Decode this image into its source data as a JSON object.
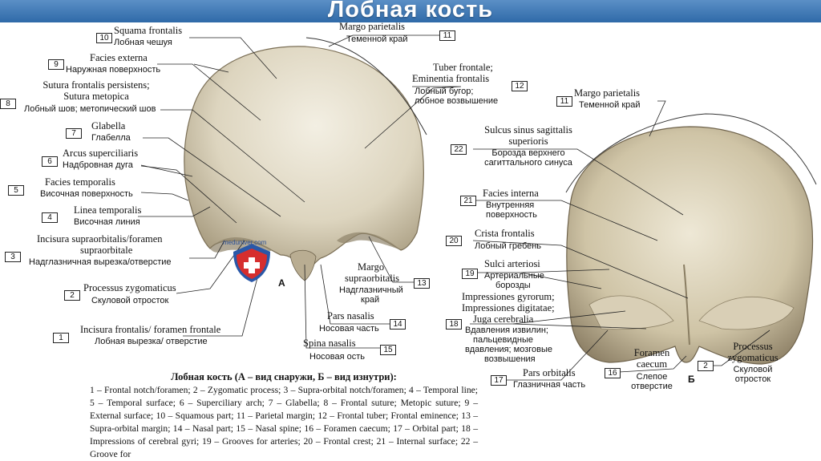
{
  "title": "Лобная кость",
  "watermark": "meduniver.com",
  "view_a": "А",
  "view_b": "Б",
  "labels": {
    "l10": {
      "num": "10",
      "lat": "Squama frontalis",
      "rus": "Лобная чешуя"
    },
    "l11a": {
      "num": "11",
      "lat": "Margo parietalis",
      "rus": "Теменной край"
    },
    "l9": {
      "num": "9",
      "lat": "Facies externa",
      "rus": "Наружная поверхность"
    },
    "l8": {
      "num": "8",
      "lat1": "Sutura frontalis persistens;",
      "lat2": "Sutura metopica",
      "rus": "Лобный шов; метопический шов"
    },
    "l12": {
      "num": "12",
      "lat1": "Tuber frontale;",
      "lat2": "Eminentia frontalis",
      "rus1": "Лобный бугор;",
      "rus2": "лобное возвышение"
    },
    "l7": {
      "num": "7",
      "lat": "Glabella",
      "rus": "Глабелла"
    },
    "l6": {
      "num": "6",
      "lat": "Arcus superciliaris",
      "rus": "Надбровная дуга"
    },
    "l5": {
      "num": "5",
      "lat": "Facies temporalis",
      "rus": "Височная поверхность"
    },
    "l4": {
      "num": "4",
      "lat": "Linea temporalis",
      "rus": "Височная линия"
    },
    "l3": {
      "num": "3",
      "lat1": "Incisura supraorbitalis/foramen",
      "lat2": "supraorbitale",
      "rus": "Надглазничная вырезка/отверстие"
    },
    "l2a": {
      "num": "2",
      "lat": "Processus zygomaticus",
      "rus": "Скуловой отросток"
    },
    "l1": {
      "num": "1",
      "lat": "Incisura frontalis/ foramen frontale",
      "rus": "Лобная вырезка/ отверстие"
    },
    "l13": {
      "num": "13",
      "lat1": "Margo",
      "lat2": "supraorbitalis",
      "rus1": "Надглазничный",
      "rus2": "край"
    },
    "l14": {
      "num": "14",
      "lat": "Pars nasalis",
      "rus": "Носовая часть"
    },
    "l15": {
      "num": "15",
      "lat": "Spina nasalis",
      "rus": "Носовая ость"
    },
    "l11b": {
      "num": "11",
      "lat": "Margo parietalis",
      "rus": "Теменной край"
    },
    "l22": {
      "num": "22",
      "lat1": "Sulcus sinus sagittalis",
      "lat2": "superioris",
      "rus1": "Борозда верхнего",
      "rus2": "сагиттального синуса"
    },
    "l21": {
      "num": "21",
      "lat": "Facies interna",
      "rus1": "Внутренняя",
      "rus2": "поверхность"
    },
    "l20": {
      "num": "20",
      "lat": "Crista frontalis",
      "rus": "Лобный гребень"
    },
    "l19": {
      "num": "19",
      "lat": "Sulci arteriosi",
      "rus1": "Артериальные",
      "rus2": "борозды"
    },
    "l18": {
      "num": "18",
      "lat1": "Impressiones gyrorum;",
      "lat2": "Impressiones digitatae;",
      "lat3": "Juga cerebralia",
      "rus1": "Вдавления извилин;",
      "rus2": "пальцевидные",
      "rus3": "вдавления; мозговые",
      "rus4": "возвышения"
    },
    "l17": {
      "num": "17",
      "lat": "Pars orbitalis",
      "rus": "Глазничная часть"
    },
    "l16": {
      "num": "16",
      "lat1": "Foramen",
      "lat2": "caecum",
      "rus1": "Слепое",
      "rus2": "отверстие"
    },
    "l2b": {
      "num": "2",
      "lat1": "Processus",
      "lat2": "zygomaticus",
      "rus1": "Скуловой",
      "rus2": "отросток"
    }
  },
  "caption": {
    "heading": "Лобная кость (А – вид снаружи, Б – вид изнутри):",
    "text": "1 – Frontal notch/foramen; 2 – Zygomatic process; 3 – Supra-orbital notch/foramen; 4 – Temporal line; 5 – Temporal surface; 6 – Superciliary arch; 7 – Glabella; 8 – Frontal suture; Metopic suture; 9 – External surface; 10 – Squamous part; 11 – Parietal margin; 12 – Frontal tuber; Frontal eminence; 13 – Supra-orbital margin; 14 – Nasal part; 15 – Nasal spine; 16 – Foramen caecum; 17 – Orbital part; 18 – Impressions of cerebral gyri; 19 – Grooves for arteries; 20 – Frontal crest; 21 – Internal surface; 22 – Groove for"
  }
}
